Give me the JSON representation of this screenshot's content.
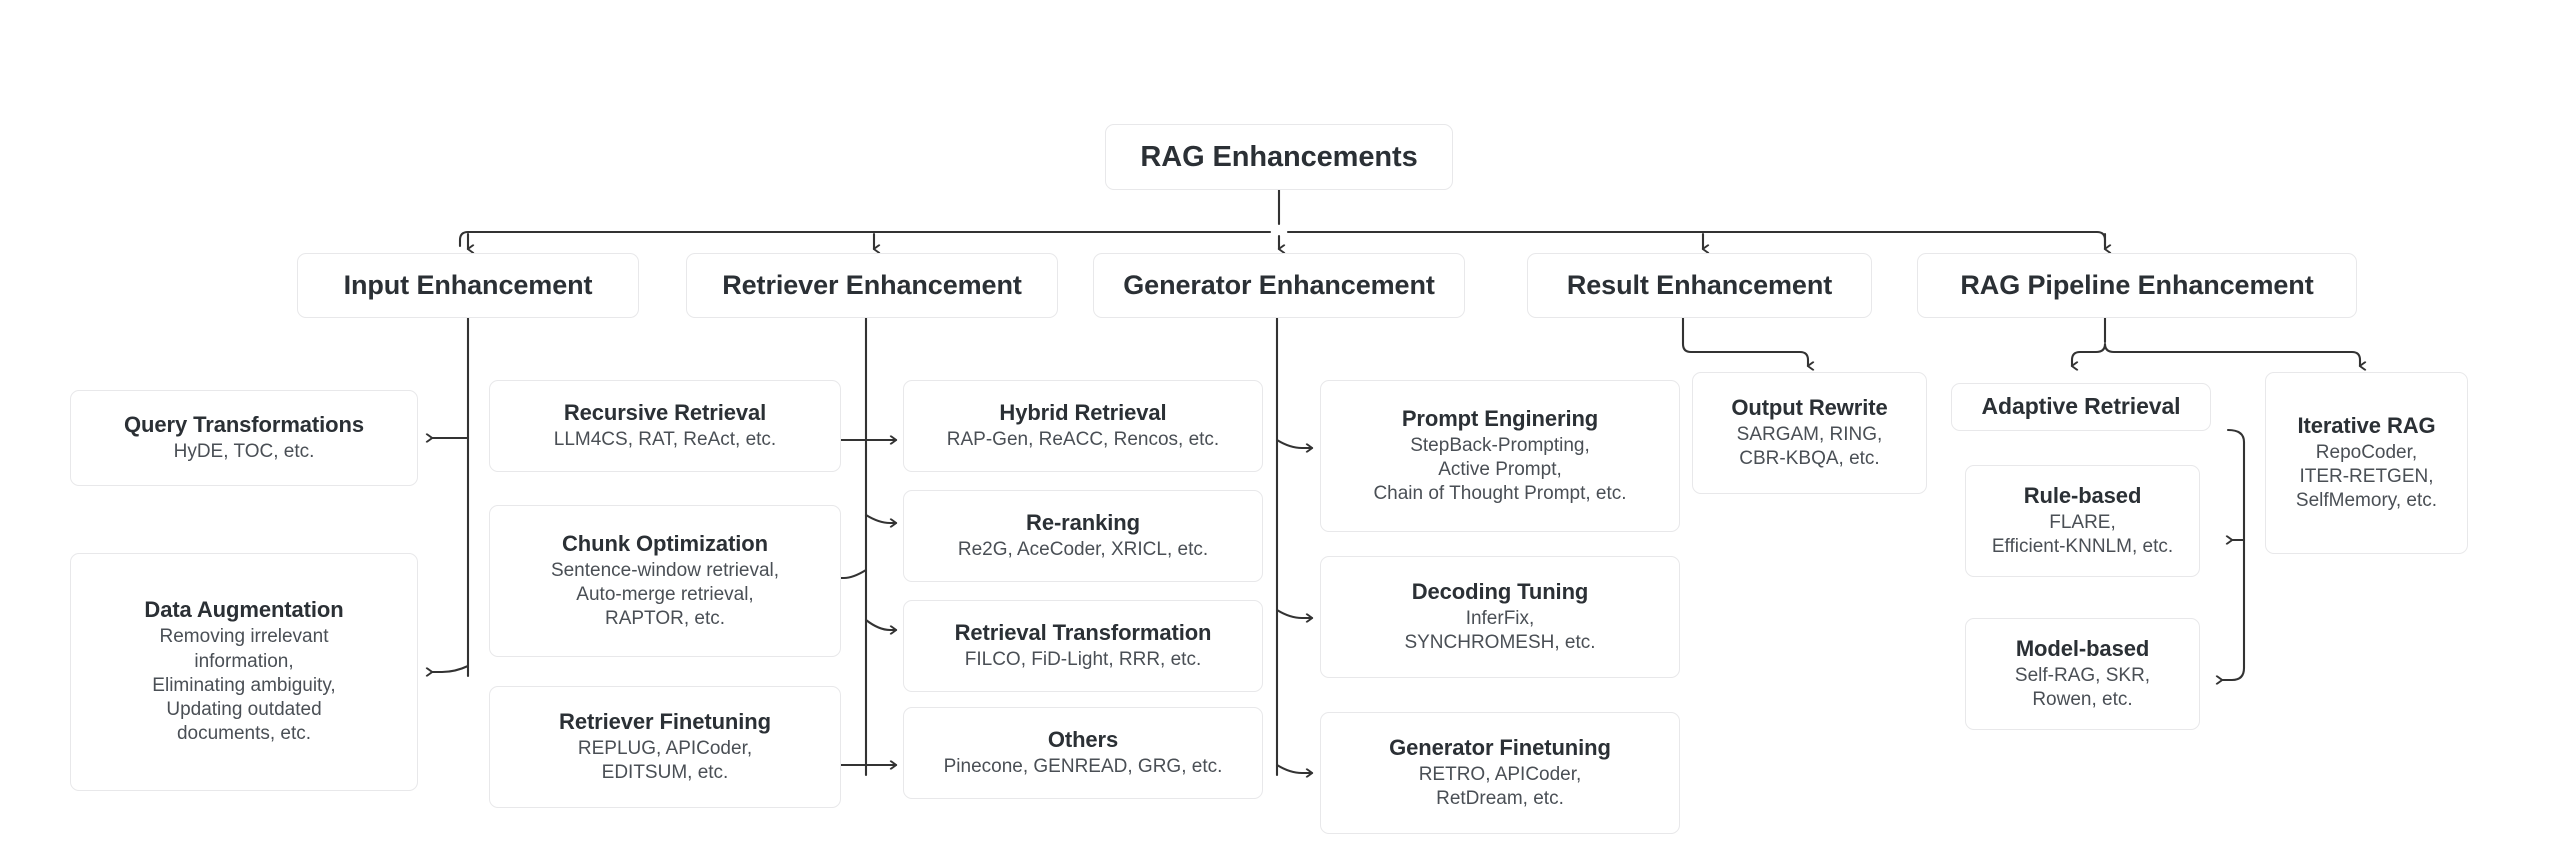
{
  "diagram": {
    "type": "tree-taxonomy",
    "title": "RAG Enhancements",
    "root": {
      "label": "RAG Enhancements"
    },
    "colors": {
      "box_border": "#e8e8ea",
      "box_fill": "#ffffff",
      "connector": "#333333",
      "title_text": "#2b3035",
      "sub_text": "#4a4f55"
    },
    "branches": [
      {
        "label": "Input Enhancement",
        "children": [
          {
            "label": "Query Transformations",
            "items": "HyDE, TOC, etc."
          },
          {
            "label": "Data Augmentation",
            "items": "Removing irrelevant information, Eliminating ambiguity, Updating outdated documents, etc.",
            "lines": [
              "Removing irrelevant",
              "information,",
              "Eliminating ambiguity,",
              "Updating outdated",
              "documents, etc."
            ]
          }
        ]
      },
      {
        "label": "Retriever Enhancement",
        "children": [
          {
            "label": "Recursive Retrieval",
            "items": "LLM4CS, RAT, ReAct, etc.",
            "lines": [
              "LLM4CS, RAT, ReAct, etc."
            ]
          },
          {
            "label": "Chunk Optimization",
            "items": "Sentence-window retrieval, Auto-merge retrieval, RAPTOR, etc.",
            "lines": [
              "Sentence-window retrieval,",
              "Auto-merge retrieval,",
              "RAPTOR, etc."
            ]
          },
          {
            "label": "Retriever Finetuning",
            "items": "REPLUG, APICoder, EDITSUM, etc.",
            "lines": [
              "REPLUG, APICoder,",
              "EDITSUM, etc."
            ]
          },
          {
            "label": "Hybrid Retrieval",
            "items": "RAP-Gen, ReACC,  Rencos, etc.",
            "lines": [
              "RAP-Gen, ReACC,  Rencos, etc."
            ]
          },
          {
            "label": "Re-ranking",
            "items": "Re2G, AceCoder, XRICL, etc.",
            "lines": [
              "Re2G, AceCoder, XRICL, etc."
            ]
          },
          {
            "label": "Retrieval Transformation",
            "items": "FILCO, FiD-Light, RRR, etc.",
            "lines": [
              "FILCO, FiD-Light, RRR, etc."
            ]
          },
          {
            "label": "Others",
            "items": "Pinecone, GENREAD, GRG, etc.",
            "lines": [
              "Pinecone, GENREAD, GRG, etc."
            ]
          }
        ]
      },
      {
        "label": "Generator Enhancement",
        "children": [
          {
            "label": "Prompt Enginering",
            "items": "StepBack-Prompting, Active Prompt, Chain of Thought Prompt, etc.",
            "lines": [
              "StepBack-Prompting,",
              "Active Prompt,",
              "Chain of Thought Prompt, etc."
            ]
          },
          {
            "label": "Decoding Tuning",
            "items": "InferFix, SYNCHROMESH, etc.",
            "lines": [
              "InferFix,",
              "SYNCHROMESH, etc."
            ]
          },
          {
            "label": "Generator Finetuning",
            "items": "RETRO, APICoder, RetDream, etc.",
            "lines": [
              "RETRO, APICoder,",
              "RetDream, etc."
            ]
          }
        ]
      },
      {
        "label": "Result Enhancement",
        "children": [
          {
            "label": "Output Rewrite",
            "items": "SARGAM, RING, CBR-KBQA, etc.",
            "lines": [
              "SARGAM, RING,",
              "CBR-KBQA, etc."
            ]
          }
        ]
      },
      {
        "label": "RAG Pipeline Enhancement",
        "children": [
          {
            "label": "Adaptive Retrieval",
            "items": "",
            "subchildren": [
              {
                "label": "Rule-based",
                "items": "FLARE, Efficient-KNNLM, etc.",
                "lines": [
                  "FLARE,",
                  "Efficient-KNNLM, etc."
                ]
              },
              {
                "label": "Model-based",
                "items": "Self-RAG, SKR, Rowen, etc.",
                "lines": [
                  "Self-RAG, SKR,",
                  "Rowen, etc."
                ]
              }
            ]
          },
          {
            "label": "Iterative RAG",
            "items": "RepoCoder, ITER-RETGEN, SelfMemory, etc.",
            "lines": [
              "RepoCoder,",
              "ITER-RETGEN,",
              "SelfMemory, etc."
            ]
          }
        ]
      }
    ],
    "nodes": {
      "root": "RAG Enhancements",
      "input_enhancement": "Input Enhancement",
      "retriever_enhancement": "Retriever Enhancement",
      "generator_enhancement": "Generator Enhancement",
      "result_enhancement": "Result Enhancement",
      "pipeline_enhancement": "RAG Pipeline Enhancement",
      "query_transformations_title": "Query Transformations",
      "query_transformations_sub": "HyDE, TOC, etc.",
      "data_augmentation_title": "Data Augmentation",
      "data_augmentation_l1": "Removing irrelevant",
      "data_augmentation_l2": "information,",
      "data_augmentation_l3": "Eliminating ambiguity,",
      "data_augmentation_l4": "Updating outdated",
      "data_augmentation_l5": "documents, etc.",
      "recursive_retrieval_title": "Recursive Retrieval",
      "recursive_retrieval_sub": "LLM4CS, RAT, ReAct, etc.",
      "chunk_optimization_title": "Chunk Optimization",
      "chunk_optimization_l1": "Sentence-window retrieval,",
      "chunk_optimization_l2": "Auto-merge retrieval,",
      "chunk_optimization_l3": "RAPTOR, etc.",
      "retriever_finetuning_title": "Retriever Finetuning",
      "retriever_finetuning_l1": "REPLUG, APICoder,",
      "retriever_finetuning_l2": "EDITSUM, etc.",
      "hybrid_retrieval_title": "Hybrid Retrieval",
      "hybrid_retrieval_sub": "RAP-Gen, ReACC,  Rencos, etc.",
      "reranking_title": "Re-ranking",
      "reranking_sub": "Re2G, AceCoder, XRICL, etc.",
      "retrieval_transformation_title": "Retrieval Transformation",
      "retrieval_transformation_sub": "FILCO, FiD-Light, RRR, etc.",
      "others_title": "Others",
      "others_sub": "Pinecone, GENREAD, GRG, etc.",
      "prompt_enginering_title": "Prompt Enginering",
      "prompt_enginering_l1": "StepBack-Prompting,",
      "prompt_enginering_l2": "Active Prompt,",
      "prompt_enginering_l3": "Chain of Thought Prompt, etc.",
      "decoding_tuning_title": "Decoding Tuning",
      "decoding_tuning_l1": "InferFix,",
      "decoding_tuning_l2": "SYNCHROMESH, etc.",
      "generator_finetuning_title": "Generator Finetuning",
      "generator_finetuning_l1": "RETRO, APICoder,",
      "generator_finetuning_l2": "RetDream, etc.",
      "output_rewrite_title": "Output Rewrite",
      "output_rewrite_l1": "SARGAM, RING,",
      "output_rewrite_l2": "CBR-KBQA, etc.",
      "adaptive_retrieval_title": "Adaptive Retrieval",
      "rule_based_title": "Rule-based",
      "rule_based_l1": "FLARE,",
      "rule_based_l2": "Efficient-KNNLM, etc.",
      "model_based_title": "Model-based",
      "model_based_l1": "Self-RAG, SKR,",
      "model_based_l2": "Rowen, etc.",
      "iterative_rag_title": "Iterative RAG",
      "iterative_rag_l1": "RepoCoder,",
      "iterative_rag_l2": "ITER-RETGEN,",
      "iterative_rag_l3": "SelfMemory, etc."
    }
  }
}
